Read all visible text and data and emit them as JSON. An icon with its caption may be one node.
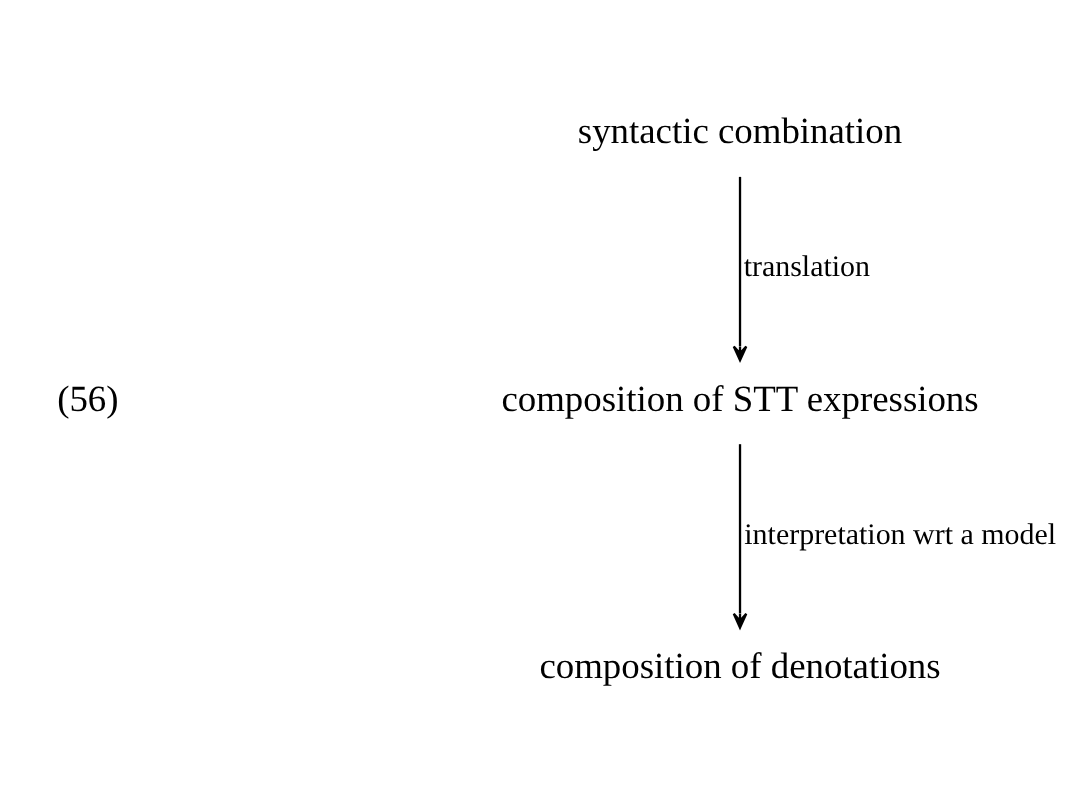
{
  "diagram": {
    "nodes": [
      {
        "text": [
          "syntactic combination"
        ]
      },
      {
        "text": [
          "composition of STT expressions"
        ]
      },
      {
        "text": [
          "composition of denotations"
        ]
      }
    ],
    "edges": [
      {
        "from": 0,
        "to": 1,
        "arrow": "to",
        "label": "translation"
      },
      {
        "from": 1,
        "to": 2,
        "arrow": "to",
        "label": "interpretation wrt a model"
      }
    ],
    "labels": [
      "(56)"
    ]
  }
}
